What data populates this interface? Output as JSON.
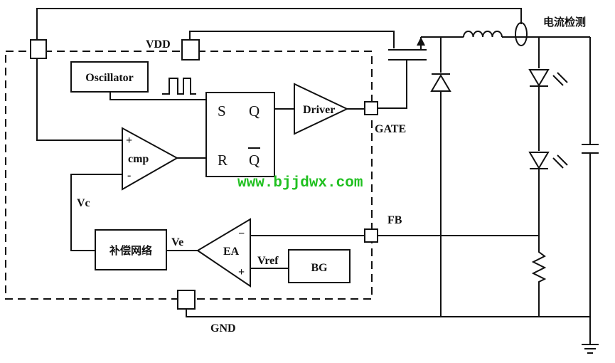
{
  "labels": {
    "vdd": "VDD",
    "current_sense": "电流检测",
    "oscillator": "Oscillator",
    "s": "S",
    "q": "Q",
    "r": "R",
    "qbar": "Q",
    "driver": "Driver",
    "gate": "GATE",
    "cmp": "cmp",
    "cmp_plus": "+",
    "cmp_minus": "-",
    "vc": "Vc",
    "ve": "Ve",
    "compensation": "补偿网络",
    "ea": "EA",
    "ea_minus": "−",
    "ea_plus": "+",
    "vref": "Vref",
    "bg": "BG",
    "fb": "FB",
    "gnd": "GND"
  },
  "watermark": "www.bjjdwx.com"
}
